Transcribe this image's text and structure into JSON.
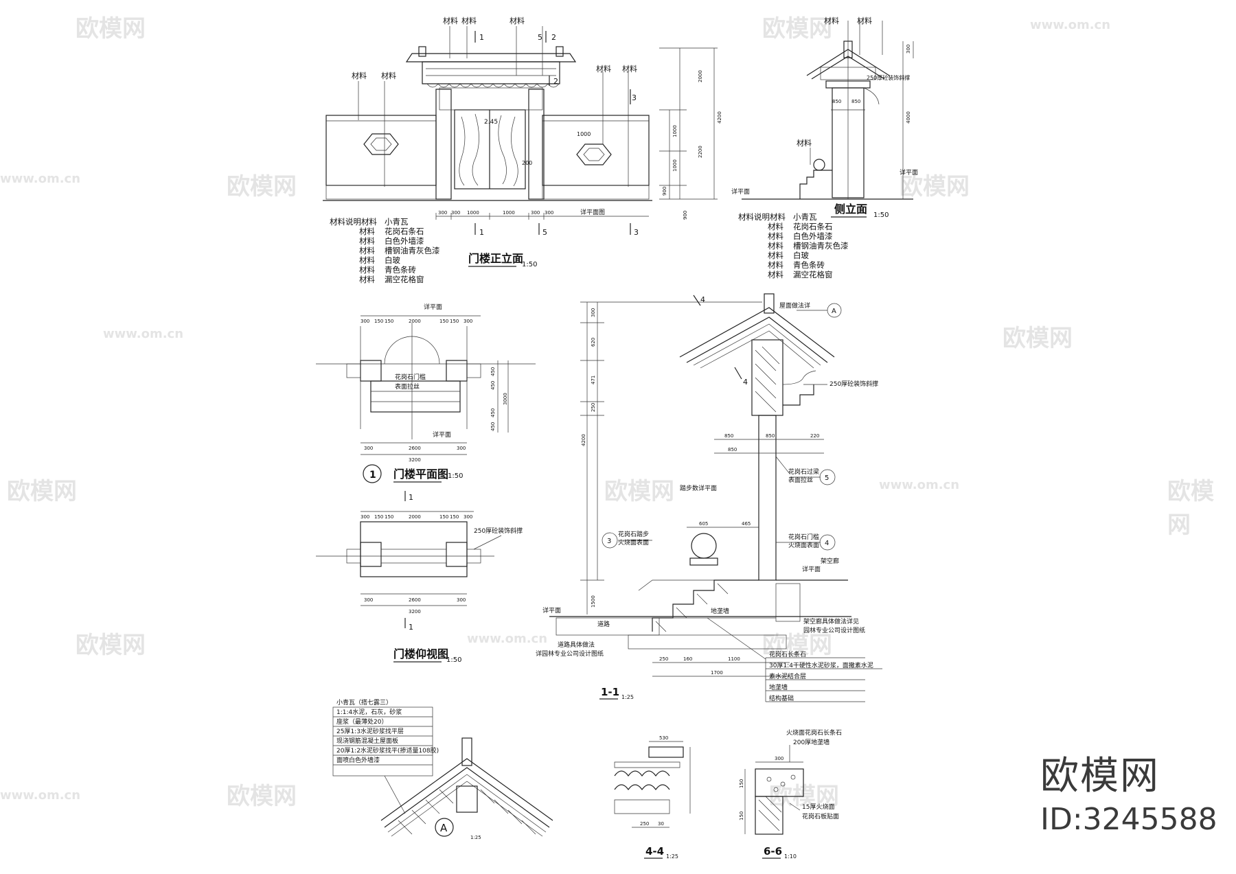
{
  "brand": {
    "name": "欧模网",
    "id_text": "ID:3245588"
  },
  "watermark": {
    "text": "欧模网",
    "url": "www.om.cn"
  },
  "front_elevation": {
    "title": "门楼正立面",
    "scale": "1:50",
    "material_tags": [
      "材料",
      "材料",
      "材料",
      "材料",
      "材料",
      "材料",
      "材料"
    ],
    "section_marks": [
      "1",
      "5",
      "2",
      "2",
      "3",
      "1",
      "5",
      "3"
    ],
    "dim_bottom": [
      "300",
      "300",
      "1000",
      "1000",
      "300",
      "300",
      "详平面图"
    ],
    "dims_right": [
      "2000",
      "4200",
      "2200",
      "1000",
      "1000",
      "900",
      "900"
    ],
    "annotations": [
      "2.45",
      "1000",
      "200"
    ],
    "legend": [
      {
        "k": "材料说明材料",
        "v": "小青瓦"
      },
      {
        "k": "材料",
        "v": "花岗石条石"
      },
      {
        "k": "材料",
        "v": "白色外墙漆"
      },
      {
        "k": "材料",
        "v": "槽钢油青灰色漆"
      },
      {
        "k": "材料",
        "v": "白玻"
      },
      {
        "k": "材料",
        "v": "青色条砖"
      },
      {
        "k": "材料",
        "v": "漏空花格窗"
      }
    ]
  },
  "side_elevation": {
    "title": "侧立面",
    "scale": "1:50",
    "material_tags": [
      "材料",
      "材料",
      "材料"
    ],
    "notes": [
      "250厚砼装饰斜撑",
      "详平面",
      "详平面"
    ],
    "dims": [
      "850",
      "850",
      "4000",
      "300"
    ],
    "legend": [
      {
        "k": "材料说明材料",
        "v": "小青瓦"
      },
      {
        "k": "材料",
        "v": "花岗石条石"
      },
      {
        "k": "材料",
        "v": "白色外墙漆"
      },
      {
        "k": "材料",
        "v": "槽钢油青灰色漆"
      },
      {
        "k": "材料",
        "v": "白玻"
      },
      {
        "k": "材料",
        "v": "青色条砖"
      },
      {
        "k": "材料",
        "v": "漏空花格窗"
      }
    ]
  },
  "plan": {
    "title": "门楼平面图",
    "scale": "1:50",
    "index": "1",
    "notes": [
      "详平面",
      "花岗石门槛",
      "表面拉丝",
      "详平面"
    ],
    "dims_top": [
      "300",
      "150",
      "150",
      "2000",
      "150",
      "150",
      "300"
    ],
    "dims_bottom": [
      "300",
      "2600",
      "300"
    ],
    "total": "3200",
    "dims_right": [
      "450",
      "450",
      "3000",
      "450",
      "450"
    ]
  },
  "ceiling": {
    "title": "门楼仰视图",
    "scale": "1:50",
    "notes": [
      "250厚砼装饰斜撑"
    ],
    "dims_top": [
      "300",
      "150",
      "150",
      "2000",
      "150",
      "150",
      "300"
    ],
    "dims_bottom": [
      "300",
      "2600",
      "300"
    ],
    "total": "3200",
    "marks": [
      "1",
      "1"
    ]
  },
  "section11": {
    "title": "1-1",
    "scale": "1:25",
    "notes": [
      "屋面做法详",
      "A",
      "250厚砼装饰斜撑",
      "花岗石过梁",
      "表面拉丝",
      "5",
      "踏步数详平面",
      "花岗石踏步",
      "火烧面表面",
      "3",
      "花岗石门槛",
      "火烧面表面",
      "4",
      "详平面",
      "架空廊",
      "详平面",
      "道路",
      "地垄墙",
      "道路具体做法",
      "详园林专业公司设计图纸",
      "架空廊具体做法详见",
      "园林专业公司设计图纸"
    ],
    "dims": [
      "300",
      "620",
      "471",
      "250",
      "4200",
      "1500",
      "850",
      "850",
      "850",
      "220",
      "605",
      "465",
      "250",
      "160",
      "1100",
      "1700"
    ],
    "layers": [
      "花岗石长条石",
      "30厚1:4干硬性水泥砂浆，面撒素水泥",
      "素水泥结合层",
      "地垄墙",
      "结构基础"
    ],
    "section_marks": [
      "4",
      "4"
    ]
  },
  "detailA": {
    "label": "A",
    "scale": "1:25",
    "layers": [
      "小青瓦（搭七露三）",
      "1:1:4水泥，石灰，砂浆",
      "座浆（最薄处20）",
      "25厚1:3水泥砂浆找平层",
      "现浇钢筋混凝土屋面板",
      "20厚1:2水泥砂浆找平(掺适量108胶)",
      "面喷白色外墙漆"
    ]
  },
  "section44": {
    "title": "4-4",
    "scale": "1:25",
    "dims": [
      "530",
      "250",
      "30"
    ]
  },
  "section66": {
    "title": "6-6",
    "scale": "1:10",
    "notes": [
      "火烧面花岗石长条石",
      "200厚地垄墙",
      "15厚火烧面",
      "花岗石板贴面"
    ],
    "dims": [
      "300",
      "150",
      "150"
    ]
  }
}
